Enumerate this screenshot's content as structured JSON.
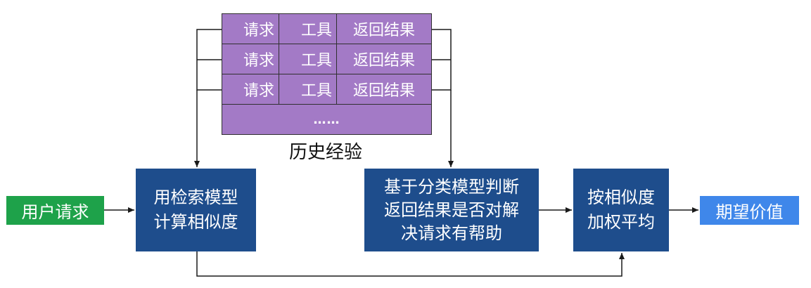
{
  "history": {
    "rows": [
      {
        "request": "请求",
        "tool": "工具",
        "result": "返回结果"
      },
      {
        "request": "请求",
        "tool": "工具",
        "result": "返回结果"
      },
      {
        "request": "请求",
        "tool": "工具",
        "result": "返回结果"
      }
    ],
    "ellipsis": "……",
    "caption": "历史经验"
  },
  "nodes": {
    "user_request": "用户请求",
    "similarity": "用检索模型\n计算相似度",
    "classifier": "基于分类模型判断\n返回结果是否对解\n决请求有帮助",
    "weighted_avg": "按相似度\n加权平均",
    "expected_value": "期望价值"
  },
  "colors": {
    "green": "#1ea24a",
    "navy": "#1e4d8c",
    "light_blue": "#3f87ea",
    "purple": "#a37ac6",
    "line": "#1a1a1a"
  }
}
